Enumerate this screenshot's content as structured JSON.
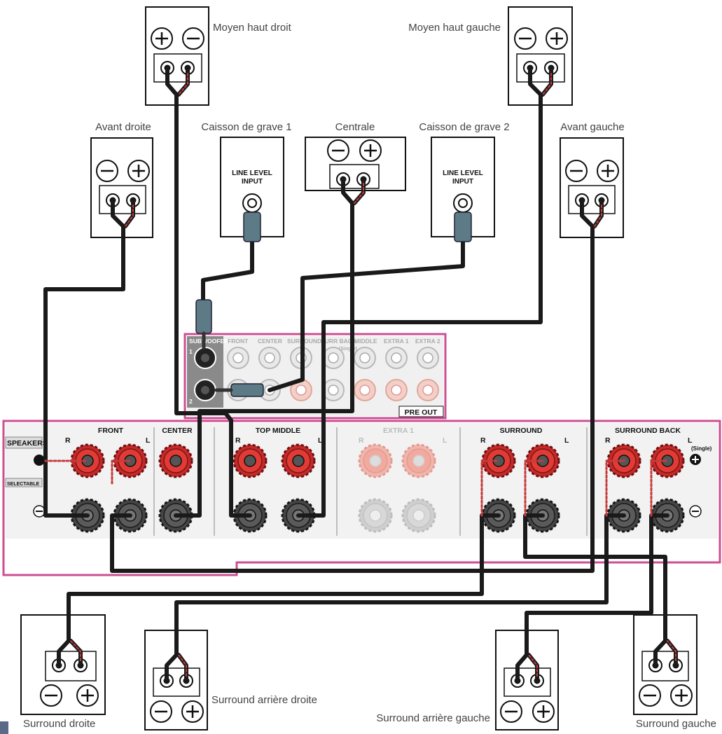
{
  "labels": {
    "top_middle_right": "Moyen haut droit",
    "top_middle_left": "Moyen haut gauche",
    "front_right": "Avant droite",
    "subwoofer_1": "Caisson de grave 1",
    "center": "Centrale",
    "subwoofer_2": "Caisson de grave 2",
    "front_left": "Avant gauche",
    "surround_right": "Surround droite",
    "surround_back_right": "Surround arrière droite",
    "surround_back_left": "Surround arrière gauche",
    "surround_left": "Surround gauche"
  },
  "sub_input": {
    "line1": "LINE LEVEL",
    "line2": "INPUT"
  },
  "preout": {
    "title": "PRE OUT",
    "channels": [
      "SUBWOOFER",
      "FRONT",
      "CENTER",
      "SURROUND",
      "SURR BACK",
      "MIDDLE",
      "EXTRA 1",
      "EXTRA 2"
    ],
    "single": "(Single)",
    "n1": "1",
    "n2": "2"
  },
  "speakers_panel": {
    "speakers": "SPEAKERS",
    "selectable": "SELECTABLE",
    "front": "FRONT",
    "center": "CENTER",
    "top_middle": "TOP MIDDLE",
    "extra1": "EXTRA 1",
    "surround": "SURROUND",
    "surround_back": "SURROUND BACK",
    "r": "R",
    "l": "L",
    "single": "(Single)"
  },
  "colors": {
    "pink": "#cc4f93",
    "red_terminal": "#d8332e",
    "dark_terminal": "#3f3f3f",
    "cable": "#1a1a1a",
    "cable_red": "#c73c3c"
  }
}
